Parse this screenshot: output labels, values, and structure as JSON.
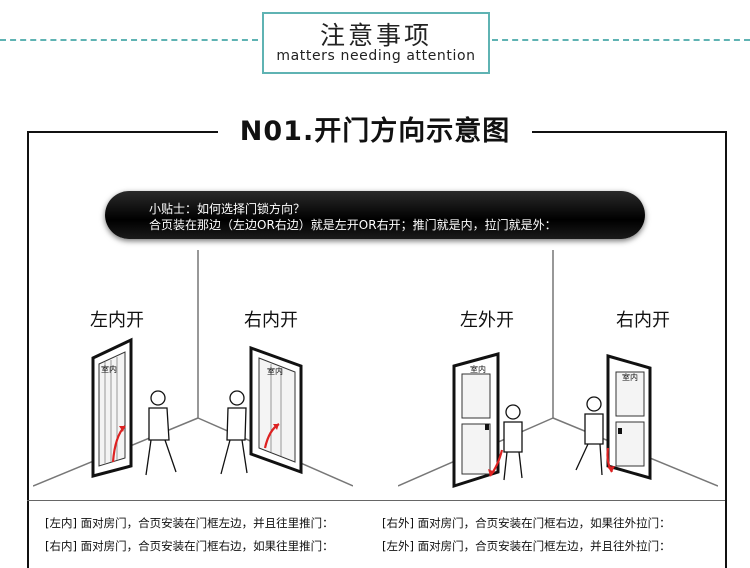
{
  "header": {
    "title_cn": "注意事项",
    "title_en": "matters needing attention",
    "accent": "#5fb3b3"
  },
  "section": {
    "title": "N01.开门方向示意图"
  },
  "tip": {
    "line1": "小贴士：如何选择门锁方向？",
    "line2": "合页装在那边（左边OR右边）就是左开OR右开；推门就是内，拉门就是外："
  },
  "diagrams": {
    "left_in": "左内开",
    "right_in_1": "右内开",
    "left_out": "左外开",
    "right_in_2": "右内开",
    "door_sign": "室内"
  },
  "explanations": [
    {
      "tag": "[左内]",
      "text": "面对房门，合页安装在门框左边，并且往里推门："
    },
    {
      "tag": "[右外]",
      "text": "面对房门，合页安装在门框右边，如果往外拉门："
    },
    {
      "tag": "[右内]",
      "text": "面对房门，合页安装在门框右边，如果往里推门："
    },
    {
      "tag": "[左外]",
      "text": "面对房门，合页安装在门框左边，并且往外拉门："
    }
  ]
}
